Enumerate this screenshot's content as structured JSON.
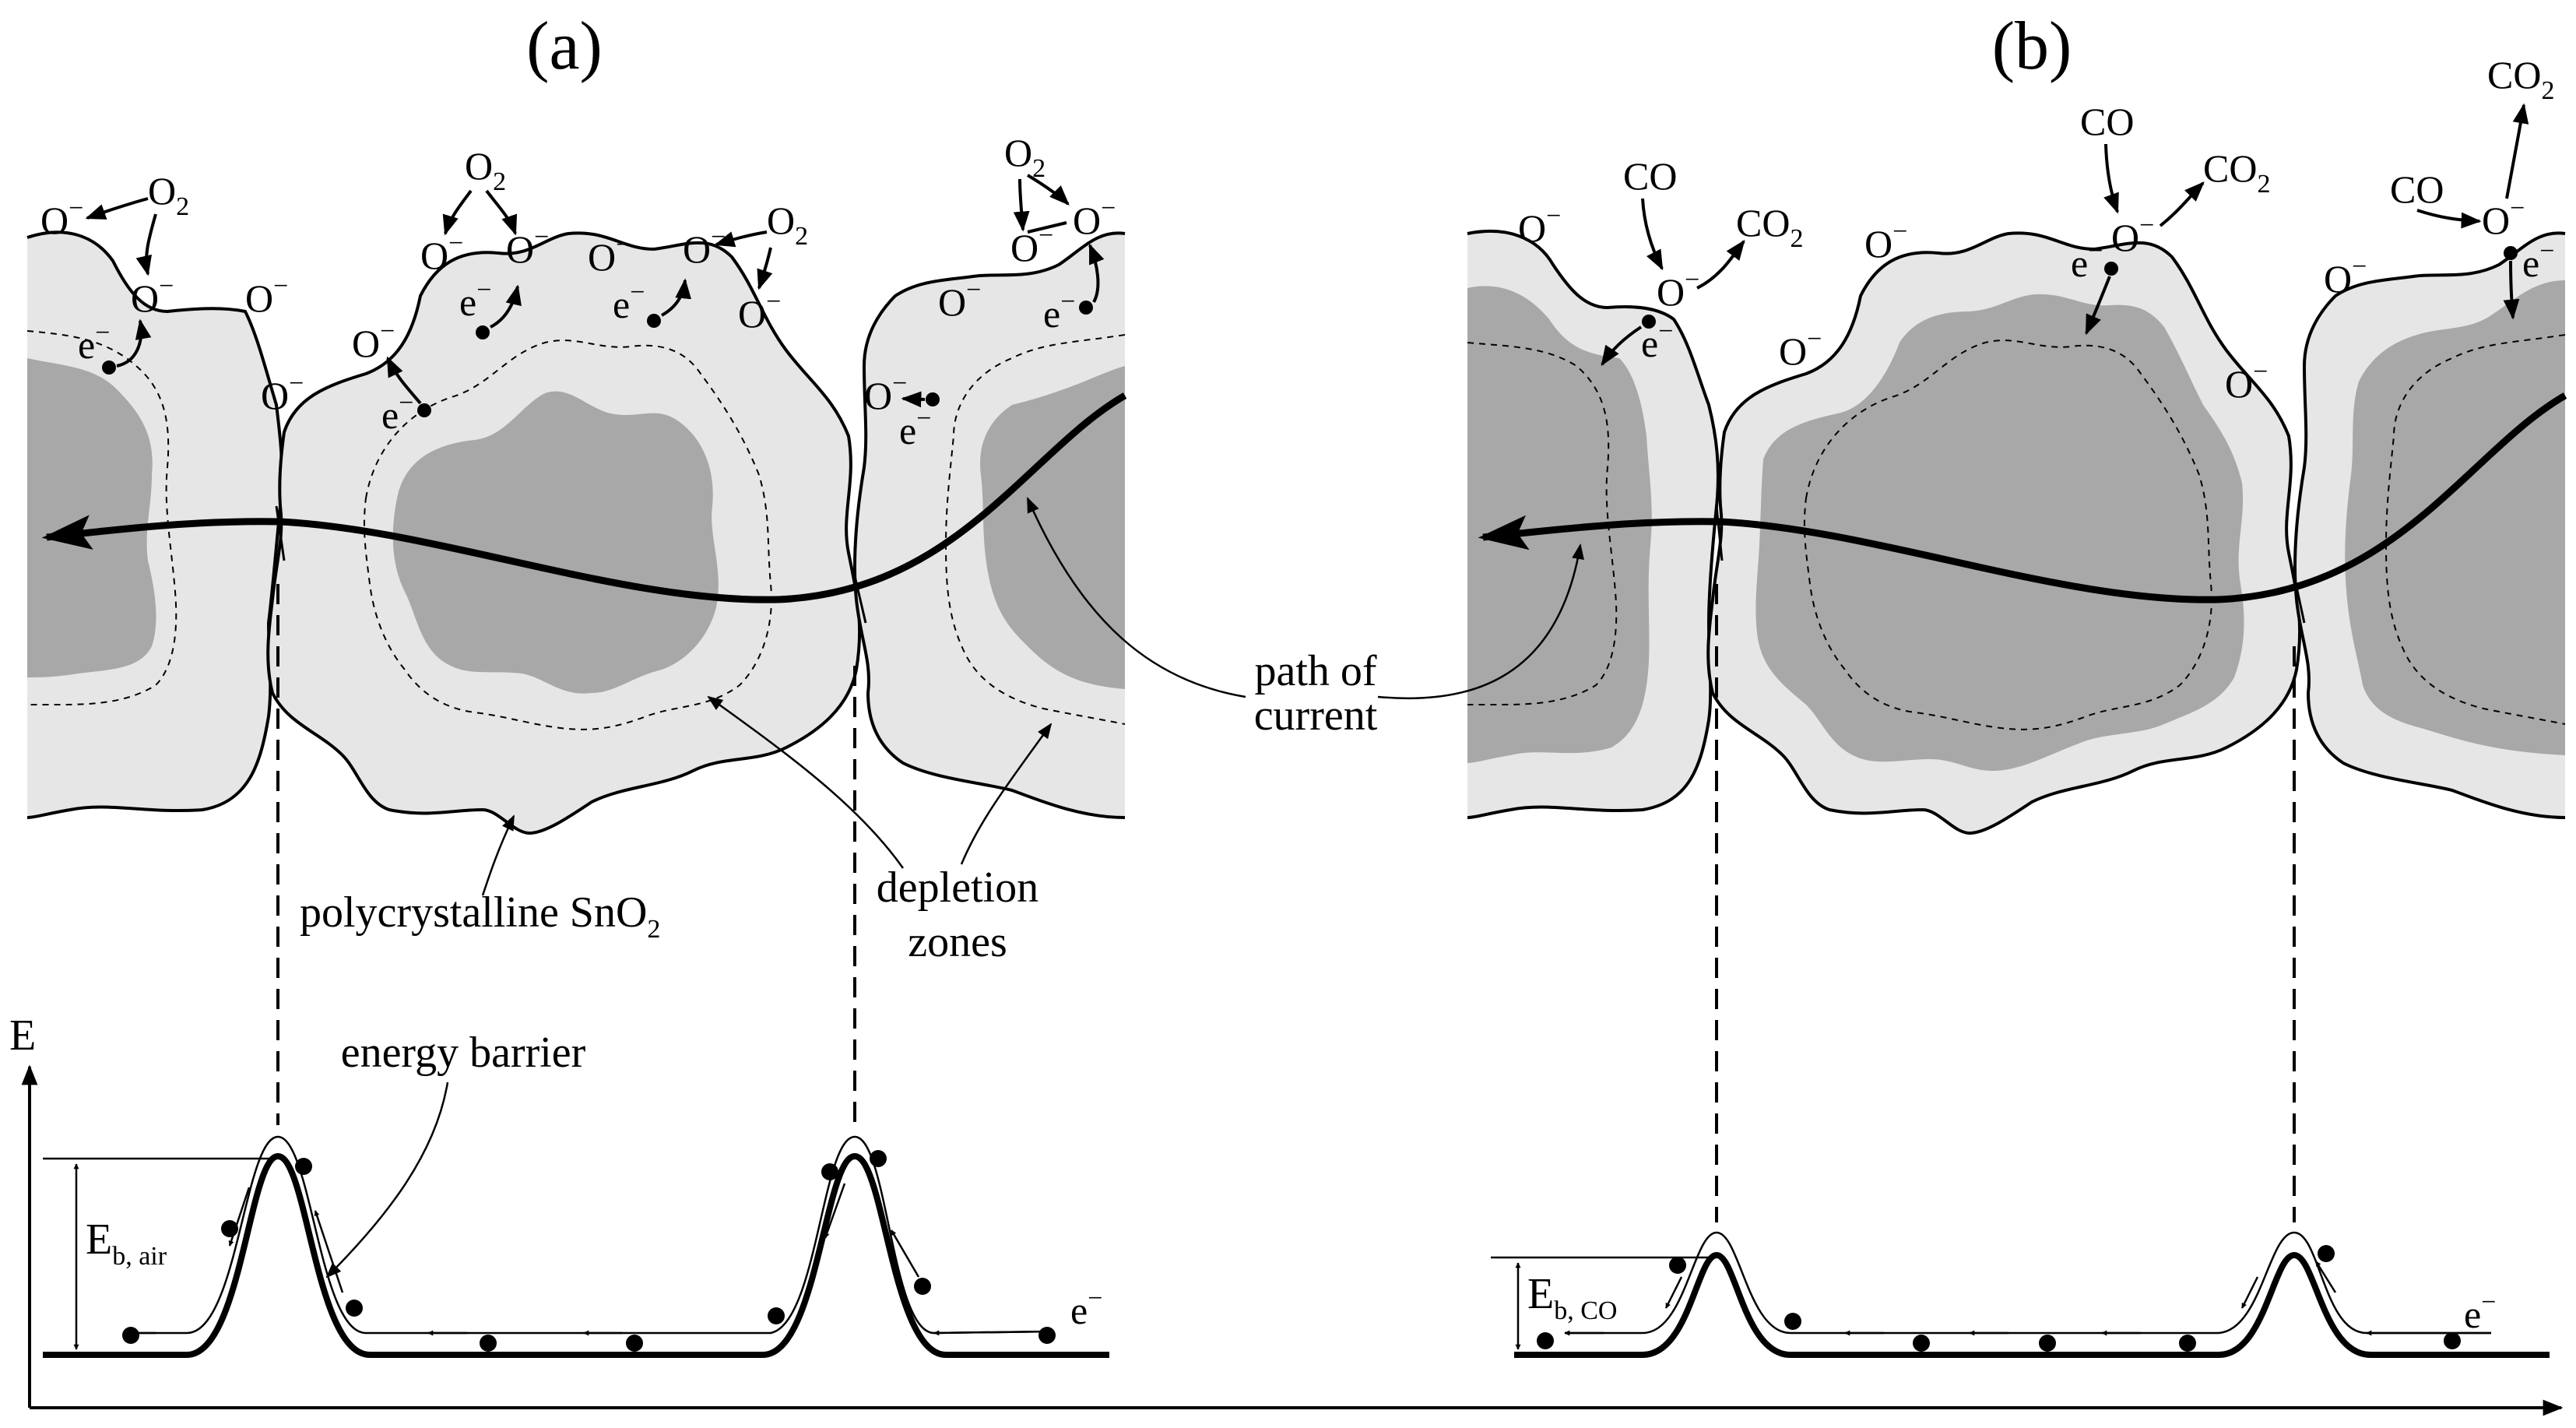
{
  "panels": {
    "a": {
      "label": "(a)",
      "electron": "e",
      "oxygen_ion": "O",
      "oxygen_molecule": "O",
      "molecule_subscript": "2",
      "charge": "−",
      "barrier_label": "E",
      "barrier_subscript": "b, air"
    },
    "b": {
      "label": "(b)",
      "electron": "e",
      "oxygen_ion": "O",
      "co": "CO",
      "co2": "CO",
      "co2_subscript": "2",
      "charge": "−",
      "barrier_label": "E",
      "barrier_subscript": "b, CO"
    }
  },
  "callouts": {
    "path_of_current_line1": "path of",
    "path_of_current_line2": "current",
    "polycrystalline": "polycrystalline SnO",
    "polycrystalline_subscript": "2",
    "depletion_line1": "depletion",
    "depletion_line2": "zones",
    "energy_barrier": "energy barrier"
  },
  "axis": {
    "energy_label": "E"
  }
}
